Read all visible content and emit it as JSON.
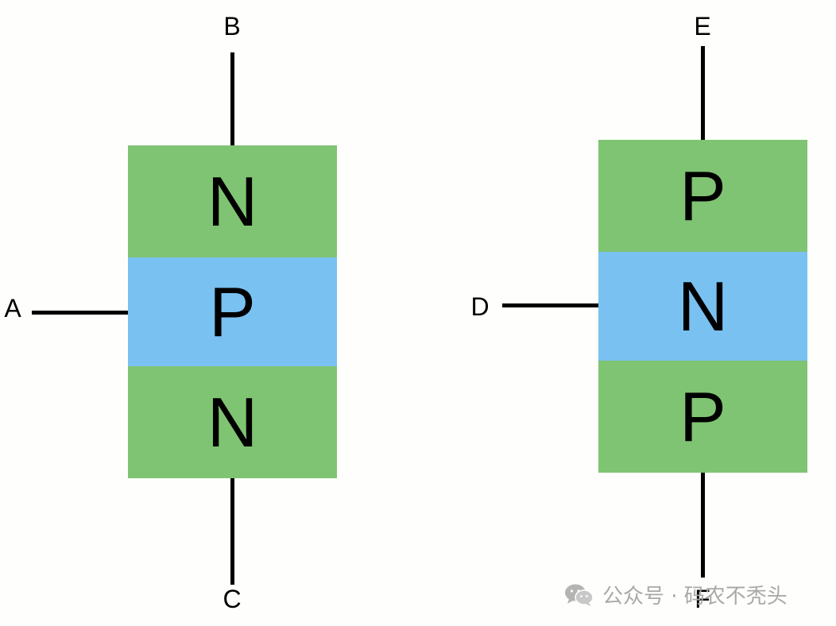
{
  "left_diagram": {
    "layers": [
      "N",
      "P",
      "N"
    ],
    "terminals": {
      "left": "A",
      "top": "B",
      "bottom": "C"
    }
  },
  "right_diagram": {
    "layers": [
      "P",
      "N",
      "P"
    ],
    "terminals": {
      "left": "D",
      "top": "E",
      "bottom": "F"
    }
  },
  "colors": {
    "outer_layer": "#7fc472",
    "middle_layer": "#79c1f1",
    "wire": "#000000"
  },
  "watermark": {
    "icon": "wechat-icon",
    "text": "公众号 · 码农不秃头"
  }
}
